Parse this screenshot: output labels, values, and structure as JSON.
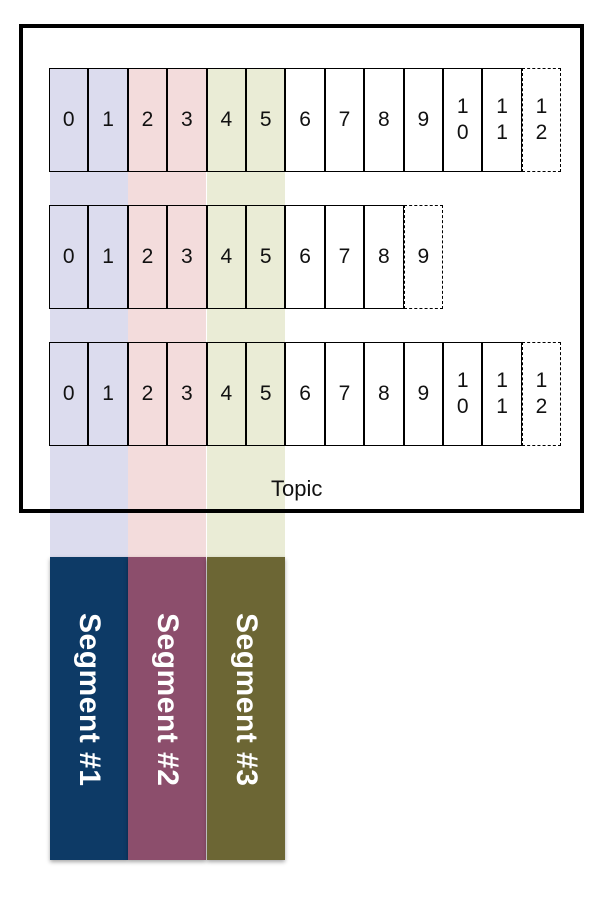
{
  "colors": {
    "band_1": "#dcdcee",
    "band_2": "#f3dcdc",
    "band_3": "#eaecd6",
    "segment_1": "#0d3a66",
    "segment_2": "#8c4e6c",
    "segment_3": "#6c6634",
    "frame": "#000000"
  },
  "topic": {
    "label": "Topic"
  },
  "partitions": [
    {
      "offsets": [
        "0",
        "1",
        "2",
        "3",
        "4",
        "5",
        "6",
        "7",
        "8",
        "9",
        "10",
        "11",
        "12"
      ],
      "open_offset": "12"
    },
    {
      "offsets": [
        "0",
        "1",
        "2",
        "3",
        "4",
        "5",
        "6",
        "7",
        "8",
        "9"
      ],
      "open_offset": "9"
    },
    {
      "offsets": [
        "0",
        "1",
        "2",
        "3",
        "4",
        "5",
        "6",
        "7",
        "8",
        "9",
        "10",
        "11",
        "12"
      ],
      "open_offset": "12"
    }
  ],
  "segments": [
    {
      "label": "Segment #1",
      "offsets": [
        "0",
        "1"
      ]
    },
    {
      "label": "Segment #2",
      "offsets": [
        "2",
        "3"
      ]
    },
    {
      "label": "Segment #3",
      "offsets": [
        "4",
        "5"
      ]
    }
  ]
}
